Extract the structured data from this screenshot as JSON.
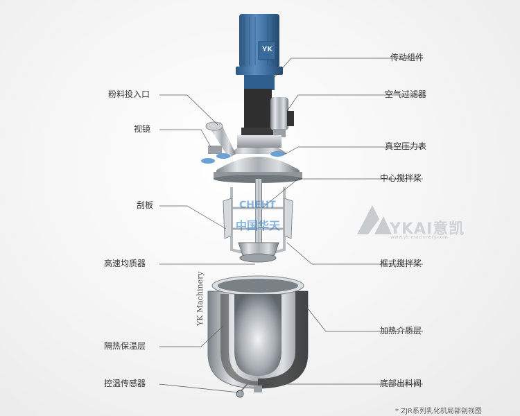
{
  "labels": {
    "transmission": "传动组件",
    "powder_inlet": "粉料投入口",
    "air_filter": "空气过滤器",
    "sight_glass": "视镜",
    "vacuum_gauge": "真空压力表",
    "center_agitator": "中心搅拌桨",
    "scraper": "刮板",
    "homogenizer": "高速均质器",
    "frame_agitator": "框式搅拌桨",
    "heating_jacket": "加热介质层",
    "insulation": "隔热保温层",
    "temp_sensor": "控温传感器",
    "bottom_valve": "底部出料阀"
  },
  "caption": "* ZJR系列乳化机局部剖视图",
  "brand": {
    "name": "YKAI意凯",
    "sub": "www.yk-machinery.com"
  },
  "motor_badge": "YK",
  "vessel_text": "YK Machinery",
  "watermark": {
    "top": "CHEHT",
    "bottom": "中国华天"
  },
  "colors": {
    "motor": "#3f6f9e",
    "steel": "#b9bec3",
    "line": "#555555"
  }
}
